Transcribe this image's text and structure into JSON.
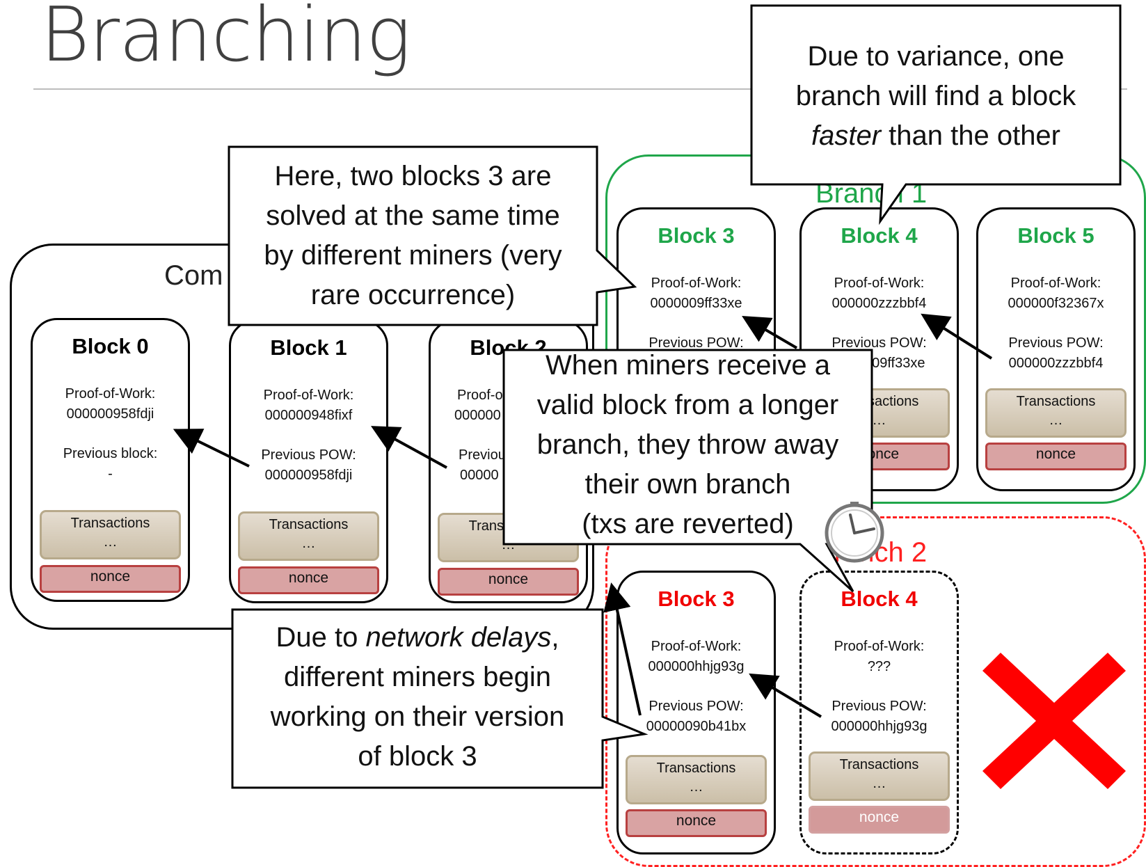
{
  "title": "Branching",
  "regions": {
    "common": {
      "label": "Com"
    },
    "branch1": {
      "label": "Branch 1"
    },
    "branch2": {
      "label": "Branch 2"
    }
  },
  "labels": {
    "proof_of_work": "Proof-of-Work:",
    "previous_block": "Previous block:",
    "previous_pow": "Previous POW:",
    "transactions": "Transactions",
    "ellipsis": "…",
    "nonce": "nonce"
  },
  "blocks": [
    {
      "name": "Block 0",
      "pow": "000000958fdji",
      "prev": "-"
    },
    {
      "name": "Block 1",
      "pow": "000000948fixf",
      "prev": "000000958fdji"
    },
    {
      "name": "Block 2",
      "pow": "000000",
      "prev": "00000"
    },
    {
      "name": "Block 3",
      "pow": "0000009ff33xe",
      "prev": ""
    },
    {
      "name": "Block 4",
      "pow": "000000zzzbbf4",
      "prev": "0000009ff33xe"
    },
    {
      "name": "Block 5",
      "pow": "000000f32367x",
      "prev": "000000zzzbbf4"
    },
    {
      "name": "Block 3",
      "pow": "000000hhjg93g",
      "prev": "00000090b41bx"
    },
    {
      "name": "Block 4",
      "pow": "???",
      "prev": "000000hhjg93g"
    }
  ],
  "callouts": {
    "same_time": [
      "Here, two blocks 3 are",
      "solved at the same time",
      "by different miners (very",
      "rare occurrence)"
    ],
    "variance": {
      "line1": "Due to variance, one",
      "line2": "branch will find a block",
      "line3_italic": "faster",
      "line3_rest": " than the other"
    },
    "receive": [
      "When miners receive a",
      "valid block from a longer",
      "branch, they throw away",
      "their own branch",
      "(txs are reverted)"
    ],
    "network": {
      "line1_pre": "Due to ",
      "line1_italic": "network delays",
      "line1_post": ",",
      "line2": "different miners begin",
      "line3": "working on their version",
      "line4": "of block 3"
    }
  },
  "colors": {
    "branch1": "#1fa64a",
    "branch2": "#ff2020",
    "reject_x": "#ff0000"
  },
  "icons": [
    "clock-icon",
    "reject-x-icon",
    "arrow"
  ]
}
